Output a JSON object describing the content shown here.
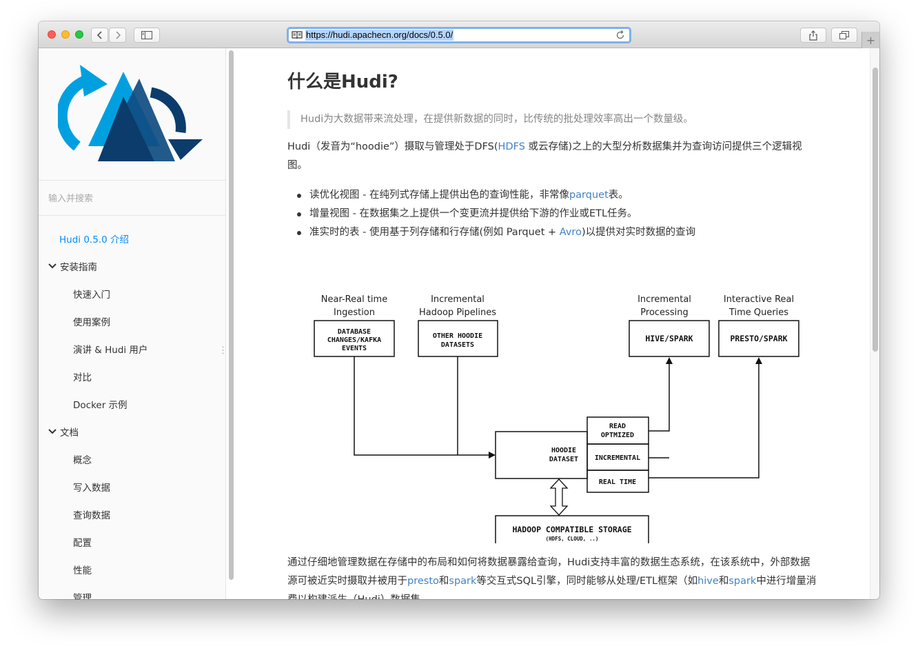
{
  "browser": {
    "url": "https://hudi.apachecn.org/docs/0.5.0/"
  },
  "sidebar": {
    "search_placeholder": "输入并搜索",
    "items": [
      {
        "label": "Hudi 0.5.0 介绍",
        "level": 0,
        "active": true
      },
      {
        "label": "安装指南",
        "level": "chapter",
        "expanded": true
      },
      {
        "label": "快速入门",
        "level": 1
      },
      {
        "label": "使用案例",
        "level": 1
      },
      {
        "label": "演讲 & Hudi 用户",
        "level": 1
      },
      {
        "label": "对比",
        "level": 1
      },
      {
        "label": "Docker 示例",
        "level": 1
      },
      {
        "label": "文档",
        "level": "chapter",
        "expanded": true
      },
      {
        "label": "概念",
        "level": 1
      },
      {
        "label": "写入数据",
        "level": 1
      },
      {
        "label": "查询数据",
        "level": 1
      },
      {
        "label": "配置",
        "level": 1
      },
      {
        "label": "性能",
        "level": 1
      },
      {
        "label": "管理",
        "level": 1
      }
    ]
  },
  "content": {
    "title": "什么是Hudi?",
    "quote": "Hudi为大数据带来流处理，在提供新数据的同时，比传统的批处理效率高出一个数量级。",
    "intro": {
      "text1": "Hudi（发音为“hoodie”）摄取与管理处于DFS(",
      "link_hdfs": "HDFS",
      "text2": " 或云存储)之上的大型分析数据集并为查询访问提供三个逻辑视图。"
    },
    "bullets": {
      "b1_text": "读优化视图 - 在纯列式存储上提供出色的查询性能，非常像",
      "b1_link": "parquet",
      "b1_tail": "表。",
      "b2_text": "增量视图 - 在数据集之上提供一个变更流并提供给下游的作业或ETL任务。",
      "b3_text": "准实时的表 - 使用基于列存储和行存储(例如 Parquet + ",
      "b3_link": "Avro",
      "b3_tail": ")以提供对实时数据的查询"
    },
    "closing": {
      "t1": "通过仔细地管理数据在存储中的布局和如何将数据暴露给查询，Hudi支持丰富的数据生态系统，在该系统中，外部数据源可被近实时摄取并被用于",
      "link_presto": "presto",
      "t2": "和",
      "link_spark": "spark",
      "t3": "等交互式SQL引擎，同时能够从处理/ETL框架（如",
      "link_hive": "hive",
      "t4": "和",
      "link_spark2": "spark",
      "t5": "中进行增量消费以构建派生（Hudi）数据集。"
    }
  },
  "diagram": {
    "labels": {
      "near_real_time_1": "Near-Real time",
      "near_real_time_2": "Ingestion",
      "incremental_pipelines_1": "Incremental",
      "incremental_pipelines_2": "Hadoop Pipelines",
      "incremental_processing_1": "Incremental",
      "incremental_processing_2": "Processing",
      "interactive_1": "Interactive Real",
      "interactive_2": "Time Queries"
    },
    "boxes": {
      "database_1": "DATABASE",
      "database_2": "CHANGES/KAFKA",
      "database_3": "EVENTS",
      "other_1": "OTHER HOODIE",
      "other_2": "DATASETS",
      "hive_spark": "HIVE/SPARK",
      "presto_spark": "PRESTO/SPARK",
      "hoodie_1": "HOODIE",
      "hoodie_2": "DATASET",
      "read_1": "READ",
      "read_2": "OPTMIZED",
      "incremental": "INCREMENTAL",
      "real_time": "REAL TIME",
      "storage_1": "HADOOP COMPATIBLE STORAGE",
      "storage_2": "(HDFS, CLOUD, ..)"
    }
  }
}
